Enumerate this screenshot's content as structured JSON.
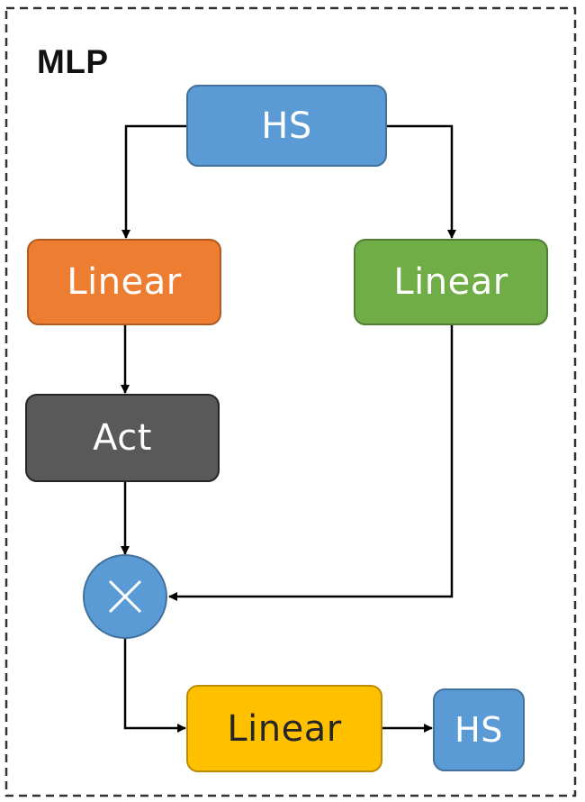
{
  "title": "MLP",
  "nodes": {
    "hs_input": "HS",
    "linear_left": "Linear",
    "linear_right": "Linear",
    "activation": "Act",
    "linear_output": "Linear",
    "hs_output": "HS"
  },
  "colors": {
    "hs_fill": "#5b9bd5",
    "linear_left_fill": "#ed7d31",
    "linear_right_fill": "#70ad47",
    "act_fill": "#595959",
    "linear_output_fill": "#ffc000",
    "multiply_fill": "#5b9bd5",
    "arrow": "#000000"
  },
  "icons": {
    "multiply": "multiply-icon"
  }
}
